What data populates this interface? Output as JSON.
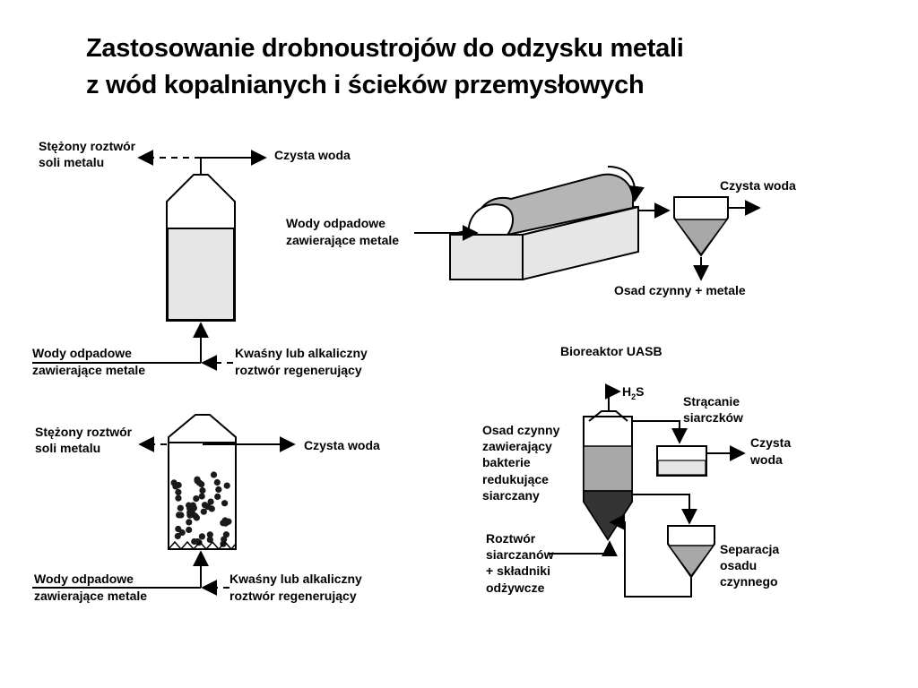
{
  "title": {
    "line1": "Zastosowanie drobnoustrojów do odzysku metali",
    "line2": "z wód kopalnianych i ścieków przemysłowych"
  },
  "panel_top_left": {
    "concentrate_line1": "Stężony roztwór",
    "concentrate_line2": "soli metalu",
    "clean_water": "Czysta woda",
    "wastewater_line1": "Wody odpadowe",
    "wastewater_line2": "zawierające metale",
    "regen_line1": "Kwaśny lub alkaliczny",
    "regen_line2": "roztwór regenerujący"
  },
  "panel_bottom_left": {
    "concentrate_line1": "Stężony roztwór",
    "concentrate_line2": "soli metalu",
    "clean_water": "Czysta woda",
    "wastewater_line1": "Wody odpadowe",
    "wastewater_line2": "zawierające metale",
    "regen_line1": "Kwaśny lub alkaliczny",
    "regen_line2": "roztwór regenerujący"
  },
  "panel_top_right": {
    "clean_water": "Czysta woda",
    "wastewater_line1": "Wody odpadowe",
    "wastewater_line2": "zawierające metale",
    "sludge": "Osad czynny + metale"
  },
  "panel_bottom_right": {
    "heading": "Bioreaktor UASB",
    "h2s_h": "H",
    "h2s_sub": "2",
    "h2s_s": "S",
    "precip_line1": "Strącanie",
    "precip_line2": "siarczków",
    "clean_line1": "Czysta",
    "clean_line2": "woda",
    "sludge_line1": "Osad czynny",
    "sludge_line2": "zawierający",
    "sludge_line3": "bakterie",
    "sludge_line4": "redukujące",
    "sludge_line5": "siarczany",
    "feed_line1": "Roztwór",
    "feed_line2": "siarczanów",
    "feed_line3": "+ składniki",
    "feed_line4": "odżywcze",
    "sep_line1": "Separacja",
    "sep_line2": "osadu",
    "sep_line3": "czynnego"
  },
  "colors": {
    "light_fill": "#e6e6e6",
    "mid_fill": "#a8a8a8",
    "dark_fill": "#333333",
    "stroke": "#000000"
  }
}
